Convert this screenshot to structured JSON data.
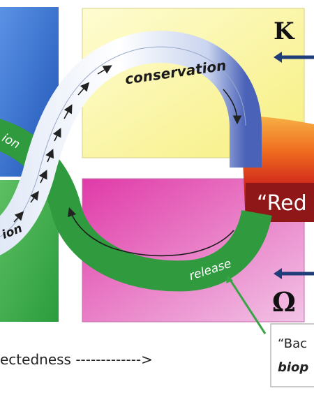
{
  "diagram": {
    "loop_labels": {
      "conservation": "conservation",
      "release": "release",
      "left_green_partial": "ion",
      "left_white_partial": "ion"
    },
    "phase_symbols": {
      "top_right": "K",
      "bottom_right": "Ω"
    },
    "callouts": {
      "red_box": "“Red",
      "note_line_1": "“Bac",
      "note_line_2": "biop"
    },
    "axis": {
      "label": "ectedness ------------->"
    },
    "colors": {
      "blue_panel": "#2f6fd0",
      "yellow_panel": "#fbf5a6",
      "green_panel": "#32a842",
      "magenta_panel": "#e55cc4",
      "green_loop": "#2f9a3e",
      "white_loop": "#eef2fb",
      "arrow_navy": "#1f3d78",
      "red_box": "#9b1b1b"
    }
  }
}
